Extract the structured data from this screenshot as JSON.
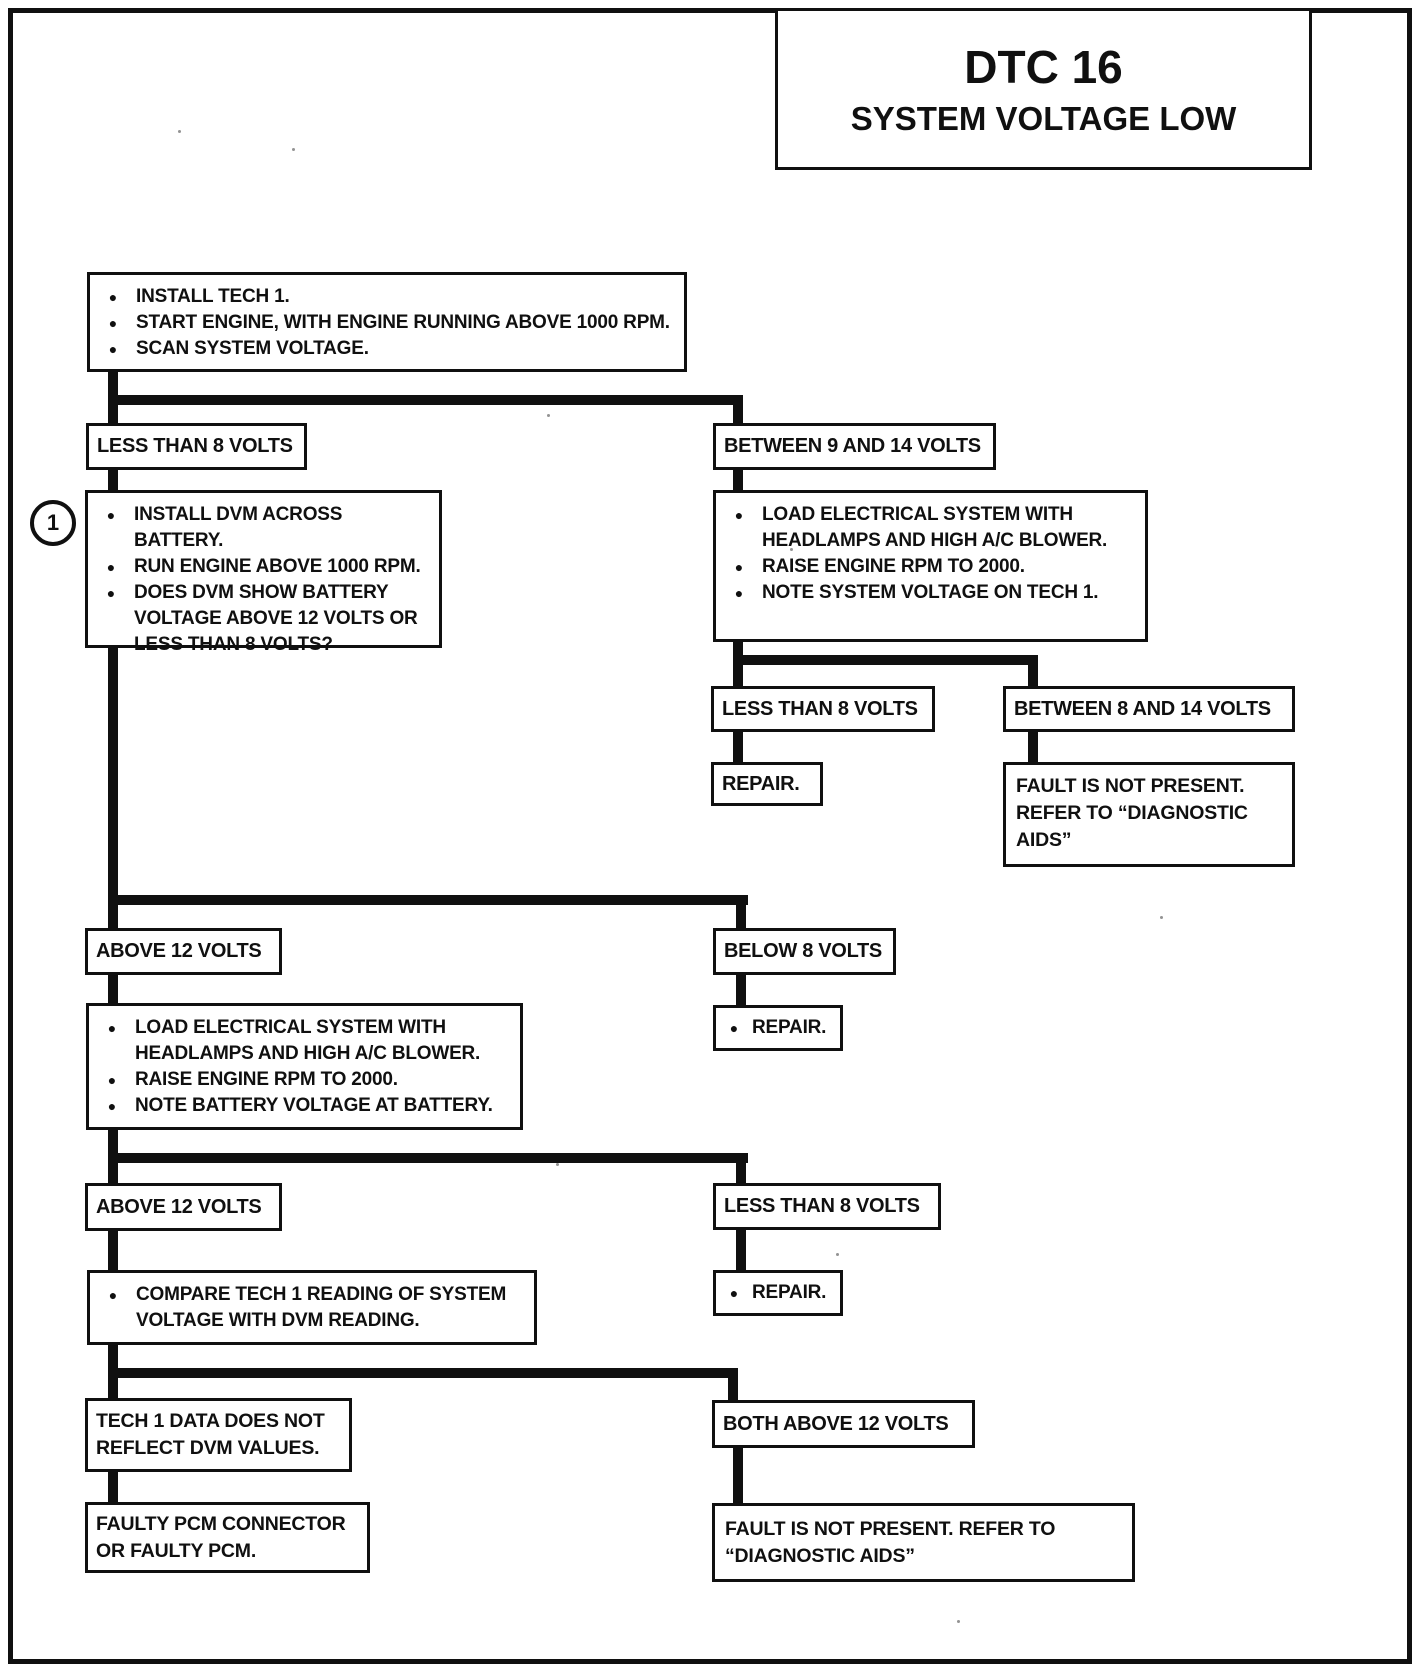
{
  "page": {
    "title_line1": "DTC 16",
    "title_line2": "SYSTEM VOLTAGE LOW"
  },
  "step_marker": "1",
  "colors": {
    "ink": "#101010",
    "paper": "#ffffff"
  },
  "icons": {
    "bullet": "bullet-dot"
  },
  "nodes": {
    "start": {
      "bullets": [
        "INSTALL TECH 1.",
        "START ENGINE, WITH ENGINE RUNNING ABOVE 1000 RPM.",
        "SCAN SYSTEM VOLTAGE."
      ]
    },
    "branch_lt8": {
      "label": "LESS THAN 8 VOLTS"
    },
    "branch_9_14": {
      "label": "BETWEEN 9 AND 14 VOLTS"
    },
    "dvm_check": {
      "bullets": [
        "INSTALL DVM ACROSS BATTERY.",
        "RUN ENGINE ABOVE 1000 RPM.",
        "DOES DVM SHOW BATTERY VOLTAGE ABOVE 12 VOLTS OR LESS THAN 8 VOLTS?"
      ]
    },
    "load_tech1": {
      "bullets": [
        "LOAD ELECTRICAL SYSTEM WITH HEADLAMPS AND HIGH A/C BLOWER.",
        "RAISE ENGINE RPM TO 2000.",
        "NOTE SYSTEM VOLTAGE ON TECH 1."
      ]
    },
    "sub_lt8": {
      "label": "LESS THAN 8 VOLTS"
    },
    "sub_8_14": {
      "label": "BETWEEN 8 AND 14 VOLTS"
    },
    "repair_a": {
      "label": "REPAIR."
    },
    "fault_aids_small": {
      "text": "FAULT IS NOT PRESENT. REFER TO “DIAGNOSTIC AIDS”"
    },
    "above12_a": {
      "label": "ABOVE 12 VOLTS"
    },
    "below8": {
      "label": "BELOW 8 VOLTS"
    },
    "repair_b": {
      "label": "REPAIR."
    },
    "load_battery": {
      "bullets": [
        "LOAD ELECTRICAL SYSTEM WITH HEADLAMPS AND HIGH A/C BLOWER.",
        "RAISE ENGINE RPM TO 2000.",
        "NOTE BATTERY VOLTAGE AT BATTERY."
      ]
    },
    "above12_b": {
      "label": "ABOVE 12 VOLTS"
    },
    "lt8_b": {
      "label": "LESS THAN 8 VOLTS"
    },
    "compare": {
      "bullets": [
        "COMPARE TECH 1 READING OF SYSTEM VOLTAGE WITH DVM READING."
      ]
    },
    "repair_c": {
      "label": "REPAIR."
    },
    "tech1_mismatch": {
      "text": "TECH 1 DATA DOES NOT REFLECT DVM VALUES."
    },
    "both_above12": {
      "label": "BOTH ABOVE 12  VOLTS"
    },
    "faulty_pcm": {
      "text": "FAULTY PCM CONNECTOR OR FAULTY PCM."
    },
    "fault_aids_wide": {
      "text": "FAULT IS NOT PRESENT.  REFER TO “DIAGNOSTIC AIDS”"
    }
  }
}
